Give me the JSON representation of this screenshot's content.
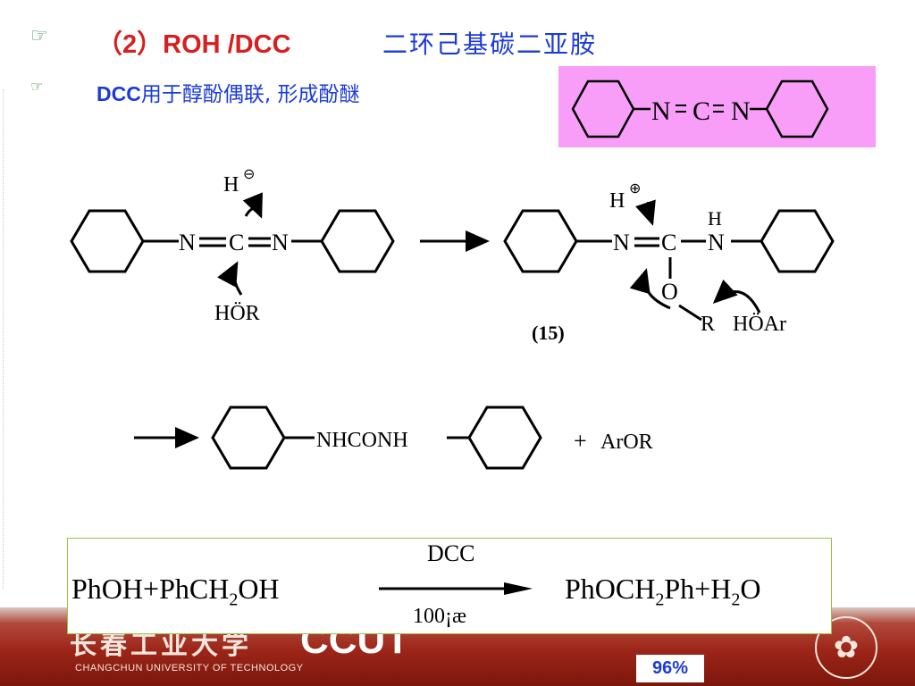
{
  "slide": {
    "bullet_icon": "pointing-hand-icon",
    "title_part1": "（2）ROH /DCC",
    "title_part2": "二环己基碳二亚胺",
    "subtitle_bold": "DCC",
    "subtitle_rest": "用于醇酚偶联, 形成酚醚"
  },
  "colors": {
    "title_red": "#d81f1f",
    "text_blue": "#1c3bd6",
    "dcc_box_pink": "#f89ef8",
    "footer_red": "#9c2518"
  },
  "structures": {
    "dcc": {
      "atoms": [
        "N",
        "C",
        "N"
      ]
    },
    "mechanism": {
      "h_anion": "H",
      "n_left": "N",
      "c_center": "C",
      "n_right": "N",
      "alcohol": "HÖR",
      "h_cation": "H",
      "n_imine": "N",
      "c_iso": "C",
      "n_amide": "N",
      "h_amide": "H",
      "o_iso": "O",
      "r_group": "R",
      "phenol": "HÖAr",
      "compound_label": "(15)",
      "urea": "NHCONH",
      "plus": "+",
      "ether": "ArOR"
    }
  },
  "reaction": {
    "reactants": [
      "PhOH+PhCH",
      "2",
      "OH"
    ],
    "reagent": "DCC",
    "conditions": "100¡æ",
    "products": [
      "PhOCH",
      "2",
      "Ph+H",
      "2",
      "O"
    ]
  },
  "footer": {
    "logo_cn": "长春工业大学",
    "logo_en": "CCUT",
    "subtitle": "CHANGCHUN UNIVERSITY OF TECHNOLOGY",
    "emblem_icon": "university-emblem-icon"
  },
  "yield_label": "96%"
}
